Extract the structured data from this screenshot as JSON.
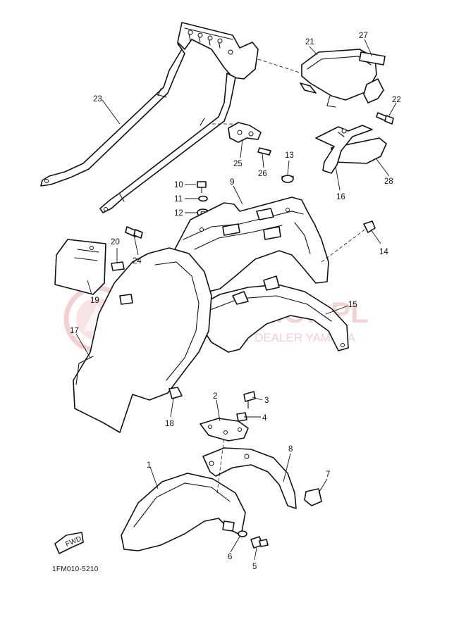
{
  "diagram_code": "1FM010-5210",
  "fwd_label": "FWD",
  "watermark": {
    "main": "YAMA-SHOP.PL",
    "sub": "WOJ MECHONOT DEALER YAMAHA",
    "color": "#e8b2b4"
  },
  "callouts": [
    "1",
    "2",
    "3",
    "4",
    "5",
    "6",
    "7",
    "8",
    "9",
    "10",
    "11",
    "12",
    "13",
    "14",
    "15",
    "16",
    "17",
    "18",
    "19",
    "20",
    "21",
    "22",
    "23",
    "24",
    "25",
    "26",
    "27",
    "28"
  ],
  "colors": {
    "line": "#111111",
    "background": "#ffffff"
  }
}
